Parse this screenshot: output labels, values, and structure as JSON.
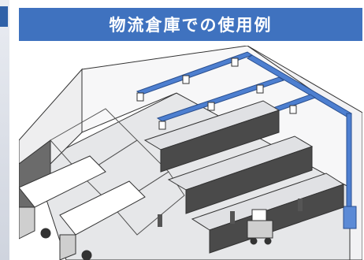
{
  "banner": {
    "title": "物流倉庫での使用例"
  },
  "colors": {
    "accent": "#3f72bf",
    "duct": "#4d7fd0",
    "floor": "#e6e7e9",
    "line": "#333333"
  },
  "diagram": {
    "elements": [
      "warehouse-building",
      "air-duct-system",
      "ceiling-diffusers",
      "storage-racks",
      "trucks",
      "forklift",
      "workers",
      "control-unit"
    ]
  }
}
